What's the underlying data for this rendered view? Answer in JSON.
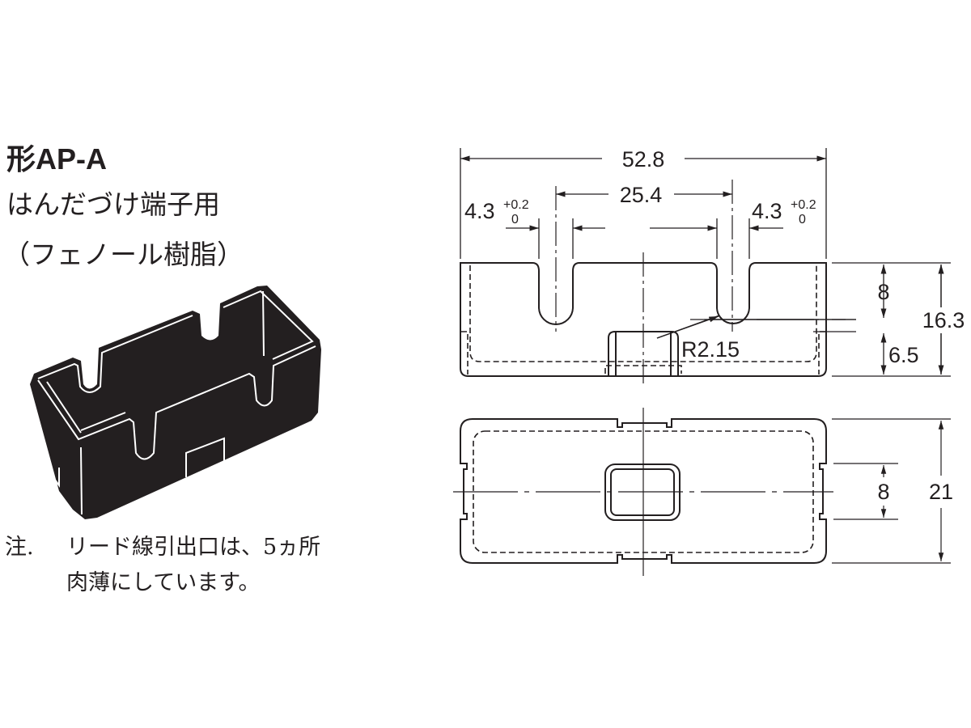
{
  "title": "形AP-A",
  "subtitle_line1": "はんだづけ端子用",
  "subtitle_line2": "（フェノール樹脂）",
  "note": {
    "label": "注.",
    "line1": "リード線引出口は、5ヵ所",
    "line2": "肉薄にしています。"
  },
  "front_view": {
    "overall_width": "52.8",
    "slot_pitch": "25.4",
    "slot_width_left": "4.3",
    "slot_width_right": "4.3",
    "tol_upper": "+0.2",
    "tol_lower": "0",
    "slot_depth": "8",
    "height": "16.3",
    "notch_height": "6.5",
    "radius": "R2.15"
  },
  "top_view": {
    "inner_width": "8",
    "depth": "21"
  },
  "colors": {
    "ink": "#231f20",
    "background": "#ffffff"
  }
}
